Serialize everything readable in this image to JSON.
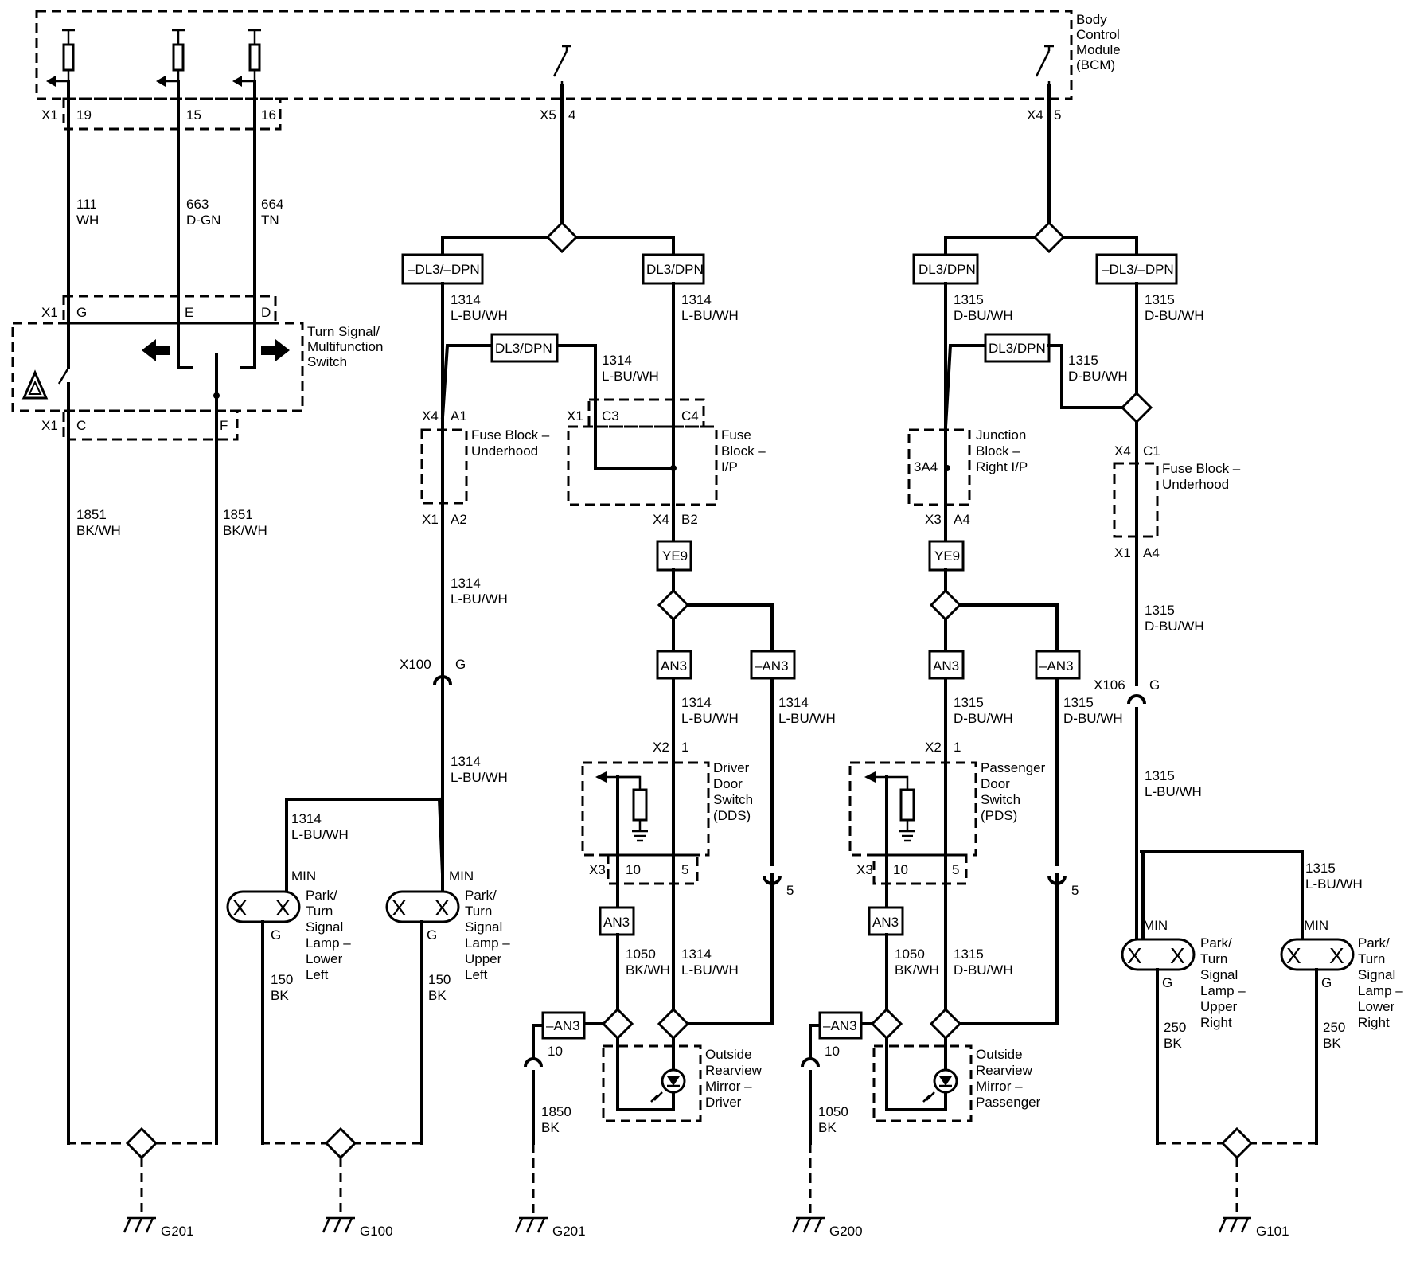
{
  "modules": {
    "bcm": [
      "Body",
      "Control",
      "Module",
      "(BCM)"
    ],
    "turn_switch": [
      "Turn Signal/",
      "Multifunction",
      "Switch"
    ],
    "fuse_underhood_left": [
      "Fuse Block –",
      "Underhood"
    ],
    "fuse_ip": [
      "Fuse",
      "Block –",
      "I/P"
    ],
    "junction_block": [
      "Junction",
      "Block –",
      "Right I/P"
    ],
    "fuse_underhood_right": [
      "Fuse Block –",
      "Underhood"
    ],
    "dds": [
      "Driver",
      "Door",
      "Switch",
      "(DDS)"
    ],
    "pds": [
      "Passenger",
      "Door",
      "Switch",
      "(PDS)"
    ],
    "mirror_driver": [
      "Outside",
      "Rearview",
      "Mirror –",
      "Driver"
    ],
    "mirror_pass": [
      "Outside",
      "Rearview",
      "Mirror –",
      "Passenger"
    ],
    "lamp_lower_left": [
      "Park/",
      "Turn",
      "Signal",
      "Lamp –",
      "Lower",
      "Left"
    ],
    "lamp_upper_left": [
      "Park/",
      "Turn",
      "Signal",
      "Lamp –",
      "Upper",
      "Left"
    ],
    "lamp_upper_right": [
      "Park/",
      "Turn",
      "Signal",
      "Lamp –",
      "Upper",
      "Right"
    ],
    "lamp_lower_right": [
      "Park/",
      "Turn",
      "Signal",
      "Lamp –",
      "Lower",
      "Right"
    ]
  },
  "options": {
    "ndl3_ndpn": "–DL3/–DPN",
    "dl3_dpn": "DL3/DPN",
    "ye9": "YE9",
    "an3": "AN3",
    "nan3": "–AN3"
  },
  "connectors": {
    "x1": "X1",
    "x2": "X2",
    "x3": "X3",
    "x4": "X4",
    "x5": "X5",
    "x100": "X100",
    "x106": "X106"
  },
  "pins": {
    "p19": "19",
    "p15": "15",
    "p16": "16",
    "p4": "4",
    "p5": "5",
    "g": "G",
    "e": "E",
    "d": "D",
    "c": "C",
    "f": "F",
    "a1": "A1",
    "a2": "A2",
    "c3": "C3",
    "c4": "C4",
    "b2": "B2",
    "a4": "A4",
    "c1": "C1",
    "3a4": "3A4",
    "p1": "1",
    "p10": "10",
    "min": "MIN"
  },
  "wires": {
    "c111": "111",
    "wh": "WH",
    "c663": "663",
    "dgn": "D-GN",
    "c664": "664",
    "tn": "TN",
    "c1314": "1314",
    "lbuwh": "L-BU/WH",
    "c1315": "1315",
    "dbuwh": "D-BU/WH",
    "c1851": "1851",
    "bkwh": "BK/WH",
    "c150": "150",
    "c250": "250",
    "bk": "BK",
    "c1050": "1050",
    "c1850": "1850"
  },
  "grounds": {
    "g201": "G201",
    "g100": "G100",
    "g200": "G200",
    "g101": "G101"
  }
}
